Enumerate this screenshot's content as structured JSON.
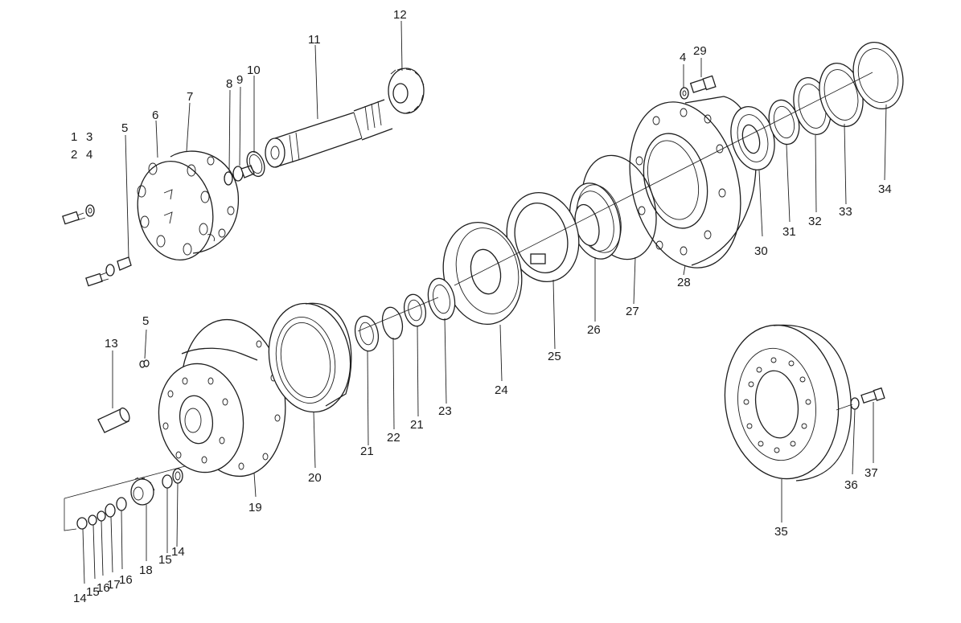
{
  "callouts": [
    {
      "id": "c1",
      "text": "1"
    },
    {
      "id": "c2",
      "text": "3"
    },
    {
      "id": "c3",
      "text": "2"
    },
    {
      "id": "c4",
      "text": "4"
    },
    {
      "id": "c5",
      "text": "5"
    },
    {
      "id": "c6",
      "text": "6"
    },
    {
      "id": "c7",
      "text": "7"
    },
    {
      "id": "c8",
      "text": "8"
    },
    {
      "id": "c9",
      "text": "9"
    },
    {
      "id": "c10",
      "text": "10"
    },
    {
      "id": "c11",
      "text": "11"
    },
    {
      "id": "c12",
      "text": "12"
    },
    {
      "id": "c13",
      "text": "4"
    },
    {
      "id": "c14",
      "text": "29"
    },
    {
      "id": "c15",
      "text": "34"
    },
    {
      "id": "c16",
      "text": "33"
    },
    {
      "id": "c17",
      "text": "32"
    },
    {
      "id": "c18",
      "text": "31"
    },
    {
      "id": "c19",
      "text": "30"
    },
    {
      "id": "c20",
      "text": "28"
    },
    {
      "id": "c21",
      "text": "27"
    },
    {
      "id": "c22",
      "text": "26"
    },
    {
      "id": "c23",
      "text": "25"
    },
    {
      "id": "c24",
      "text": "24"
    },
    {
      "id": "c25",
      "text": "23"
    },
    {
      "id": "c26",
      "text": "21"
    },
    {
      "id": "c27",
      "text": "22"
    },
    {
      "id": "c28",
      "text": "21"
    },
    {
      "id": "c29",
      "text": "20"
    },
    {
      "id": "c30",
      "text": "19"
    },
    {
      "id": "c31",
      "text": "5"
    },
    {
      "id": "c32",
      "text": "13"
    },
    {
      "id": "c33",
      "text": "14"
    },
    {
      "id": "c34",
      "text": "15"
    },
    {
      "id": "c35",
      "text": "16"
    },
    {
      "id": "c36",
      "text": "17"
    },
    {
      "id": "c37",
      "text": "16"
    },
    {
      "id": "c38",
      "text": "18"
    },
    {
      "id": "c39",
      "text": "15"
    },
    {
      "id": "c40",
      "text": "14"
    },
    {
      "id": "c41",
      "text": "35"
    },
    {
      "id": "c42",
      "text": "36"
    },
    {
      "id": "c43",
      "text": "37"
    }
  ],
  "colors": {
    "ink": "#1e1e1e",
    "paper": "#ffffff"
  }
}
